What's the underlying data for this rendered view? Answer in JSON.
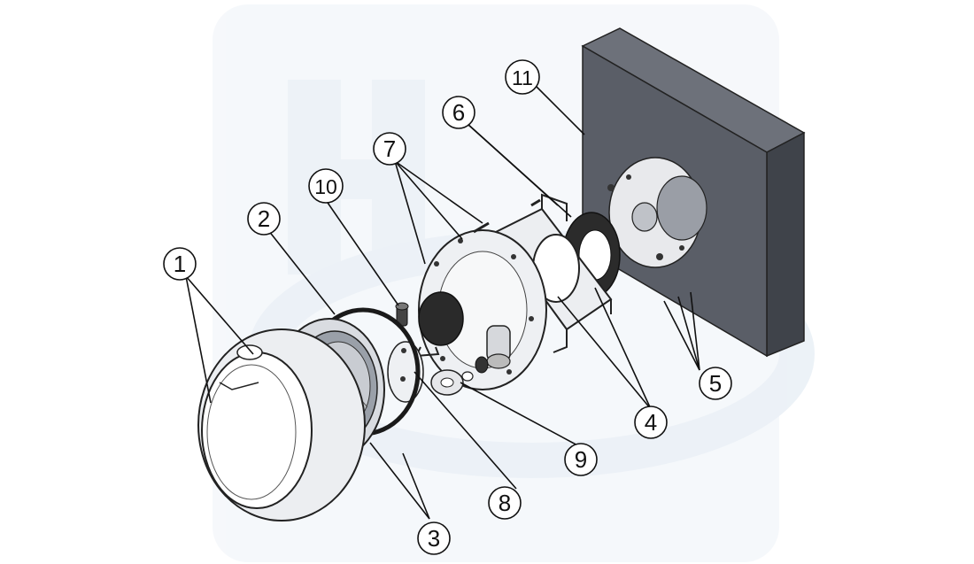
{
  "callouts": [
    "1",
    "2",
    "3",
    "4",
    "5",
    "6",
    "7",
    "8",
    "9",
    "10",
    "11"
  ],
  "colors": {
    "line": "#1a1a1a",
    "wall": "#5b5f68",
    "wall_side": "#3e4249",
    "wall_top": "#6e727b",
    "part_fill": "#f1f2f4",
    "gasket": "#2a2a2a",
    "watermark": "#dde7f1"
  }
}
